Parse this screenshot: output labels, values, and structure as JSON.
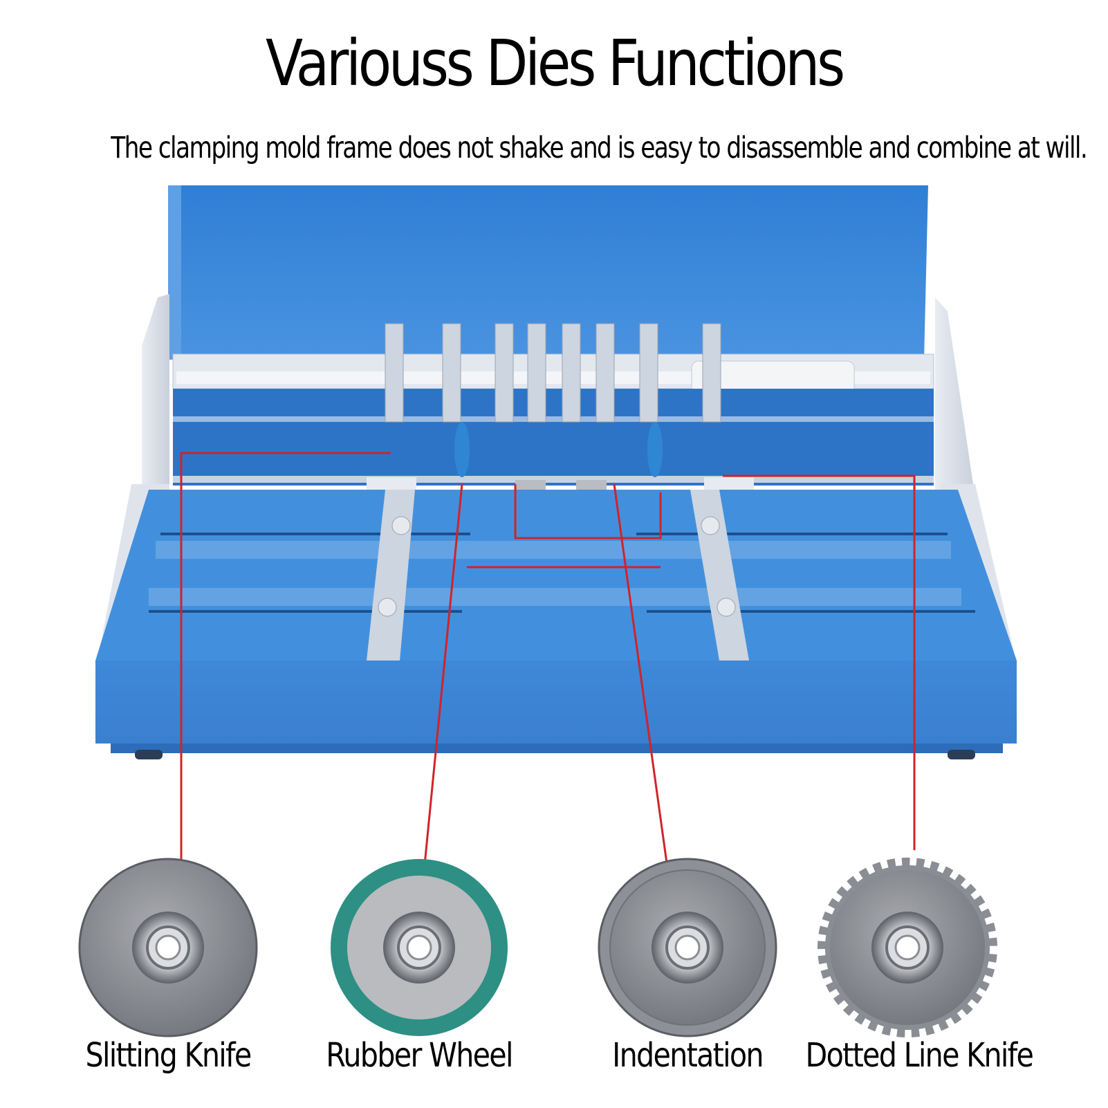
{
  "header": {
    "title": "Variouss Dies Functions",
    "subtitle": "The clamping mold frame does not shake and is easy to disassemble and combine at will."
  },
  "dies": [
    {
      "label": "Slitting Knife",
      "icon": "slitting-knife-disc-icon"
    },
    {
      "label": "Rubber Wheel",
      "icon": "rubber-wheel-icon"
    },
    {
      "label": "Indentation",
      "icon": "indentation-wheel-icon"
    },
    {
      "label": "Dotted Line Knife",
      "icon": "dotted-line-knife-icon"
    }
  ],
  "colors": {
    "machine_blue": "#3d86d6",
    "machine_blue_dark": "#2f6fbe",
    "frame_grey": "#d7dde6",
    "callout_red": "#d0232a",
    "steel": "#8a8d93",
    "rubber_green": "#2e8f84"
  }
}
